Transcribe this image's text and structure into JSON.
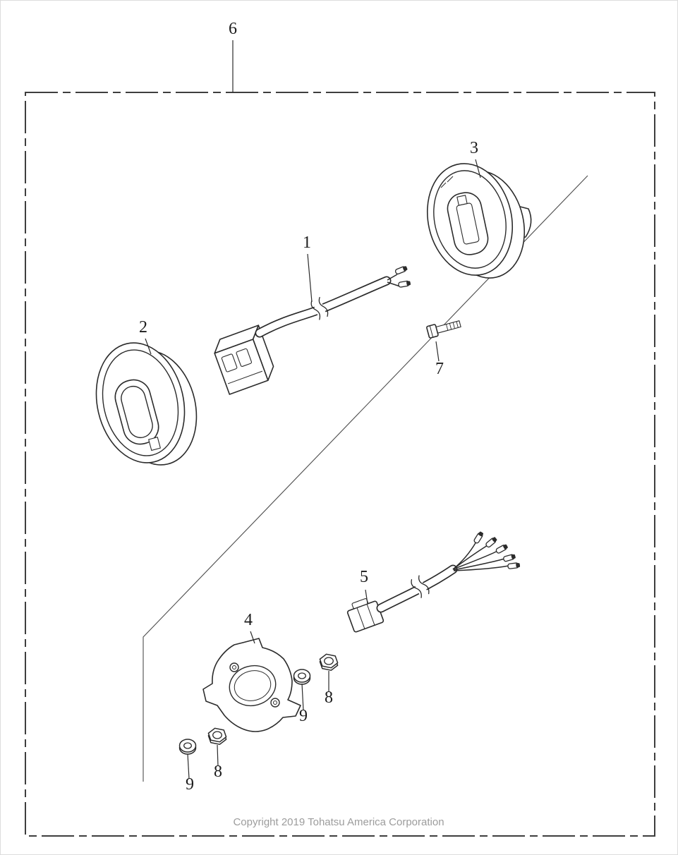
{
  "diagram": {
    "copyright": "Copyright 2019 Tohatsu America Corporation",
    "callouts": {
      "c1": "1",
      "c2": "2",
      "c3": "3",
      "c4": "4",
      "c5": "5",
      "c6": "6",
      "c7": "7",
      "c8_upper": "8",
      "c8_lower": "8",
      "c9_upper": "9",
      "c9_lower": "9"
    },
    "colors": {
      "line": "#2b2b2b",
      "copyright_text": "#9c9c9c",
      "background": "#ffffff"
    }
  }
}
